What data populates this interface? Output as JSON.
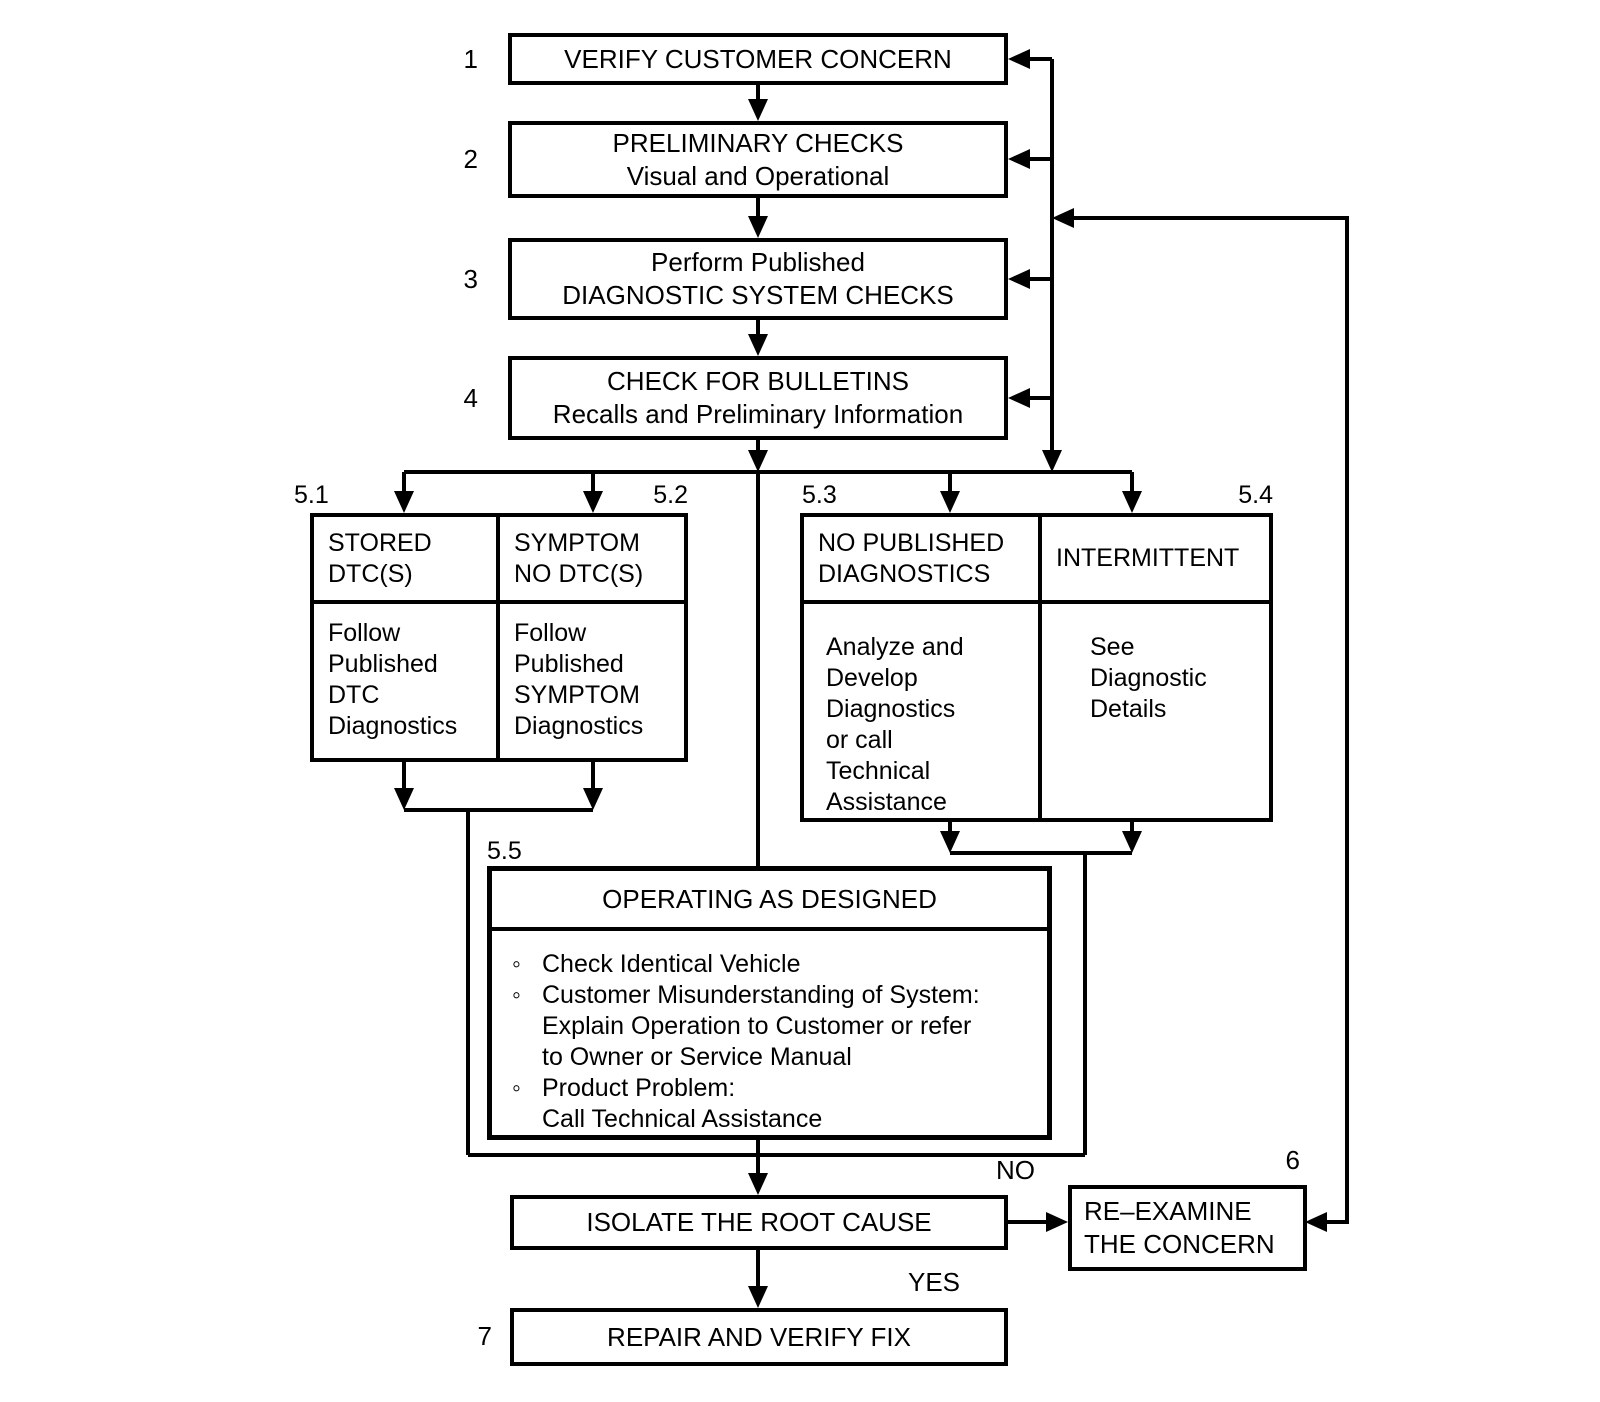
{
  "colors": {
    "ink": "#000000",
    "paper": "#ffffff"
  },
  "steps": [
    {
      "num": "1",
      "text": "VERIFY CUSTOMER CONCERN"
    },
    {
      "num": "2",
      "text": "PRELIMINARY CHECKS\nVisual and Operational"
    },
    {
      "num": "3",
      "text": "Perform Published\nDIAGNOSTIC SYSTEM CHECKS"
    },
    {
      "num": "4",
      "text": "CHECK FOR BULLETINS\nRecalls and Preliminary Information"
    }
  ],
  "branch_tables": {
    "left": {
      "columns": [
        {
          "num": "5.1",
          "header": "STORED\nDTC(S)",
          "body": "Follow\nPublished\nDTC\nDiagnostics"
        },
        {
          "num": "5.2",
          "header": "SYMPTOM\nNO DTC(S)",
          "body": "Follow\nPublished\nSYMPTOM\nDiagnostics"
        }
      ]
    },
    "right": {
      "columns": [
        {
          "num": "5.3",
          "header": "NO PUBLISHED\nDIAGNOSTICS",
          "body": "Analyze and\nDevelop\nDiagnostics\nor call\nTechnical\nAssistance"
        },
        {
          "num": "5.4",
          "header": "INTERMITTENT",
          "body": "See\nDiagnostic\nDetails"
        }
      ]
    }
  },
  "operating_box": {
    "num": "5.5",
    "title": "OPERATING AS DESIGNED",
    "items": [
      {
        "marker": "◦",
        "text": "Check Identical Vehicle"
      },
      {
        "marker": "◦",
        "text": "Customer Misunderstanding of System:\nExplain Operation to Customer or refer\nto Owner or Service Manual"
      },
      {
        "marker": "◦",
        "text": "Product Problem:\nCall Technical Assistance"
      }
    ]
  },
  "bottom": {
    "isolate": "ISOLATE THE ROOT CAUSE",
    "no_label": "NO",
    "yes_label": "YES",
    "reexamine": {
      "num": "6",
      "text": "RE–EXAMINE\nTHE CONCERN"
    },
    "repair": {
      "num": "7",
      "text": "REPAIR AND VERIFY FIX"
    }
  }
}
